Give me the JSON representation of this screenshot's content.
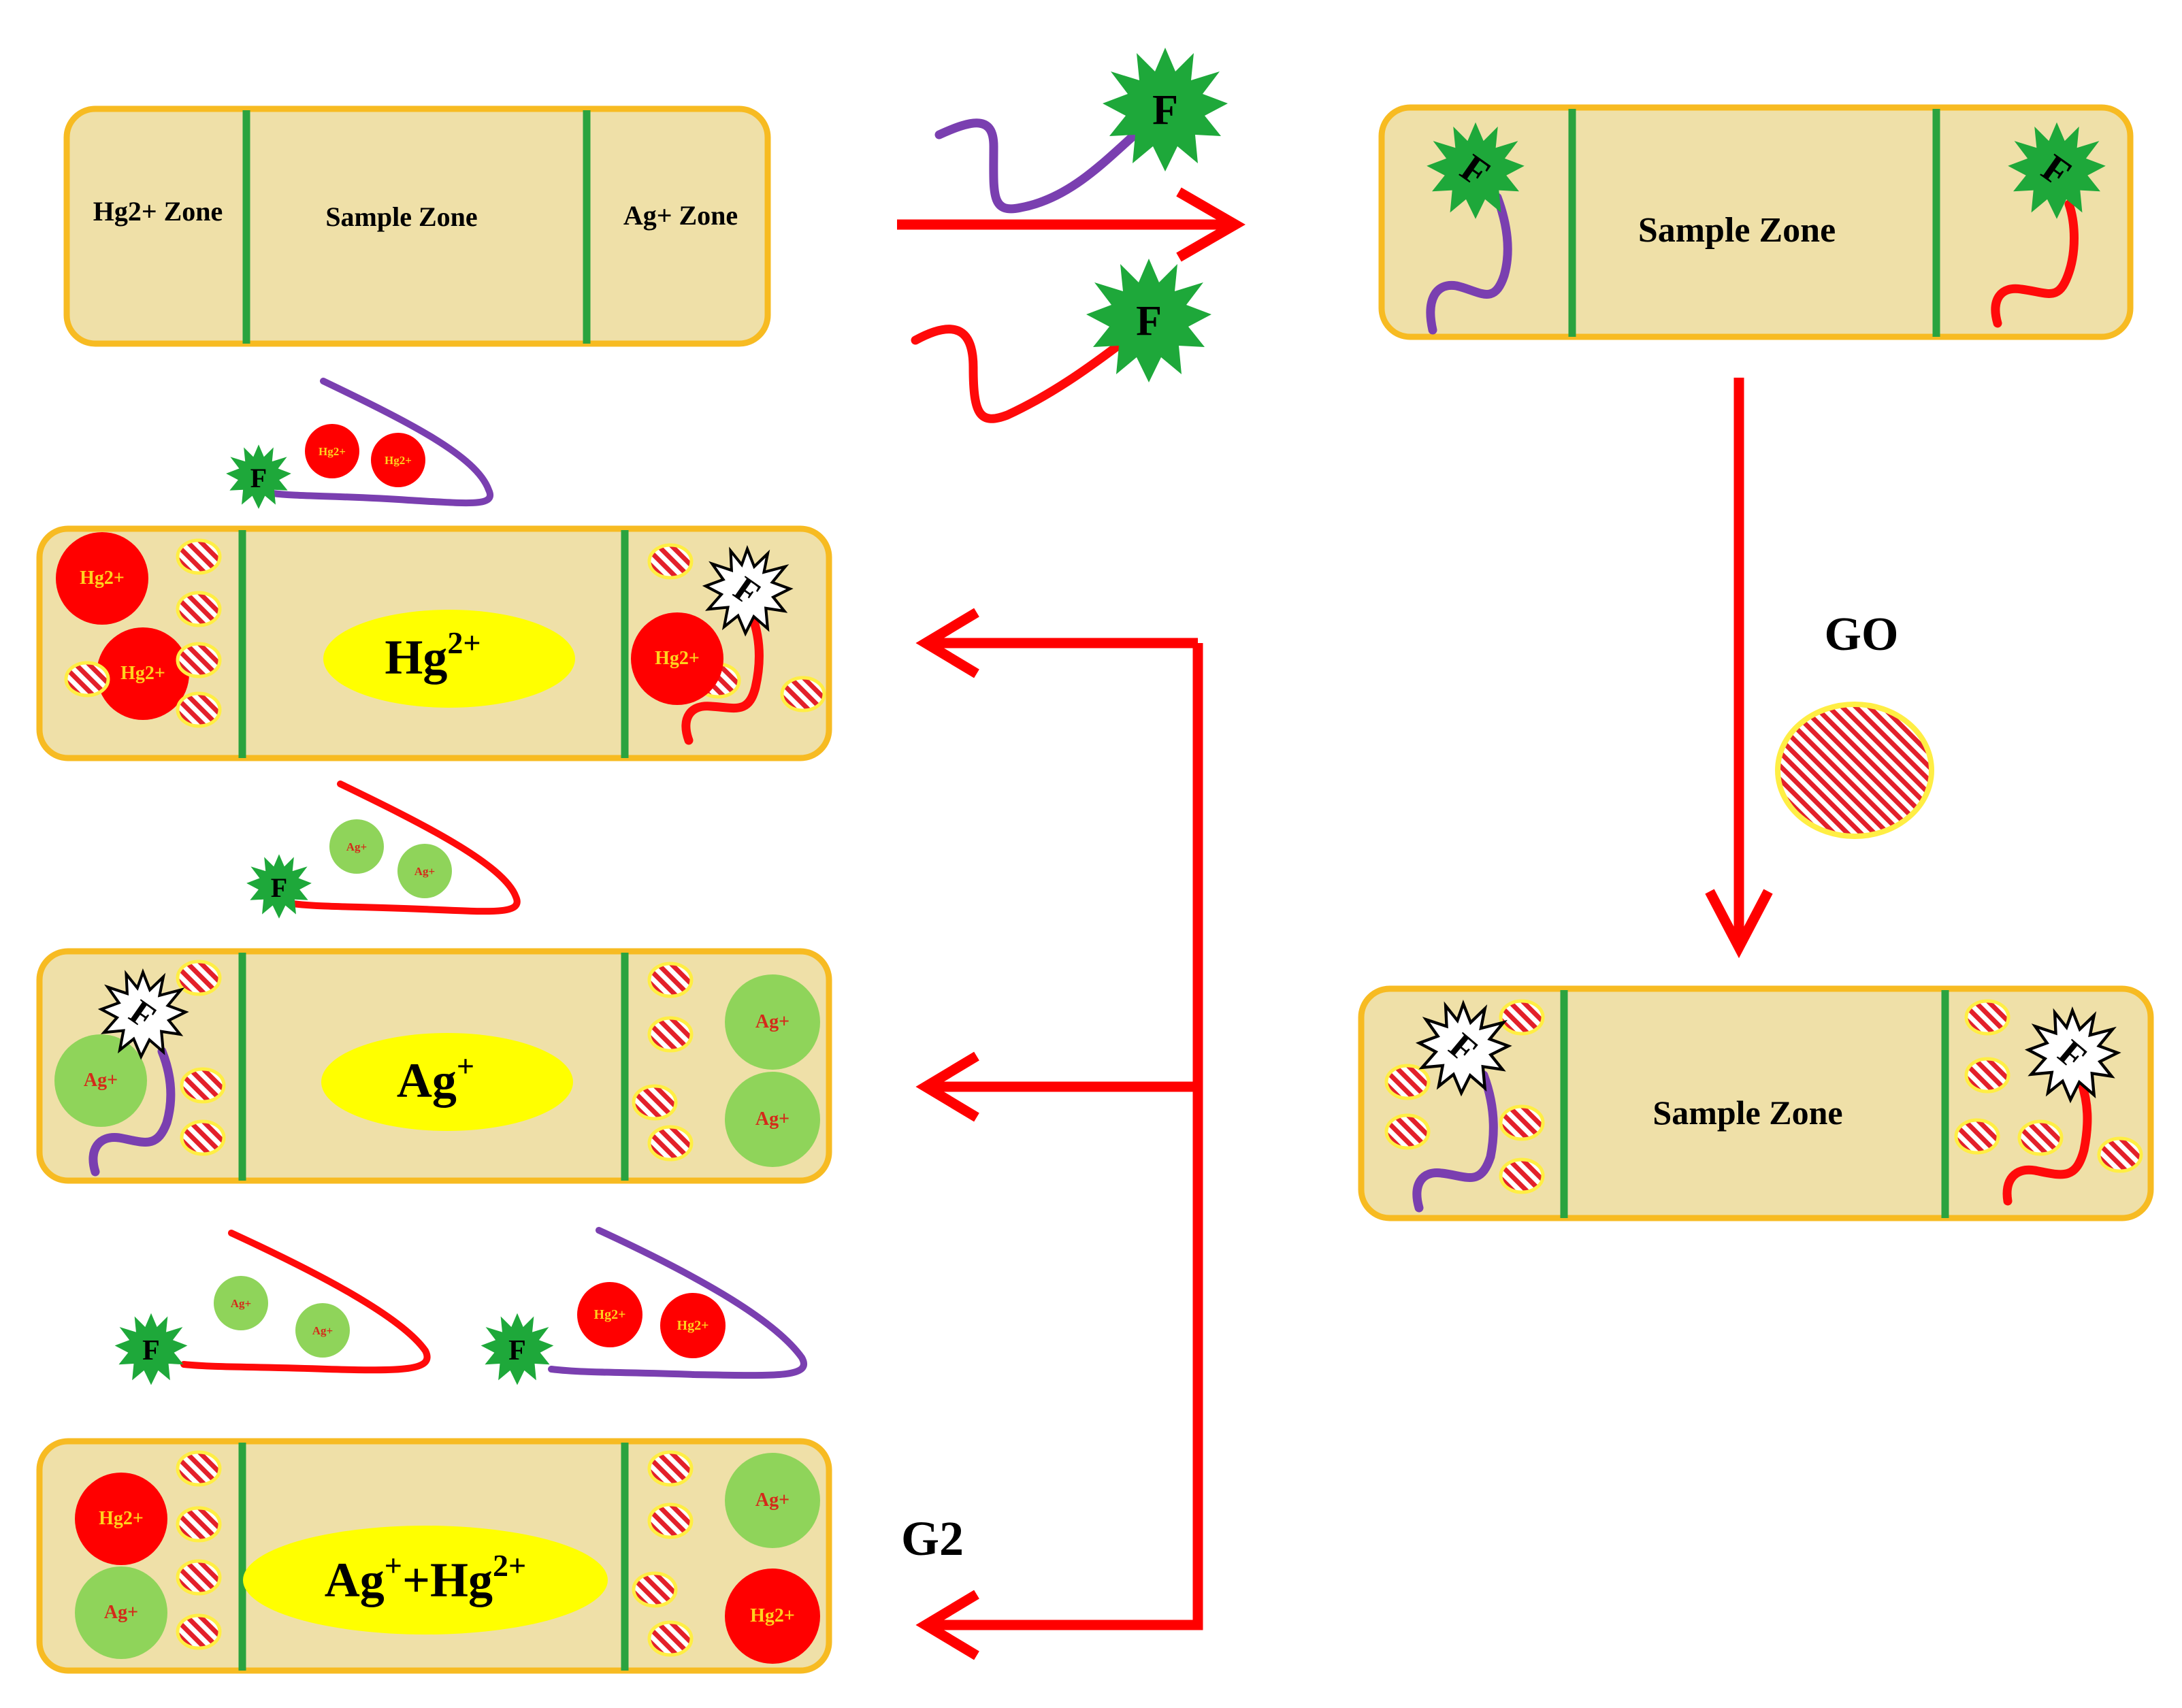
{
  "colors": {
    "strip_fill": "#efe0a8",
    "strip_border": "#f7bb22",
    "divider": "#2aa33f",
    "arrow": "#ff0000",
    "fluor": "#1ea83a",
    "probe_hg": "#7a3fb0",
    "probe_ag": "#ff0a0a",
    "hg_ion": "#ff0000",
    "hg_ion_text": "#ffd21e",
    "ag_ion": "#8fd45a",
    "ag_ion_text": "#d42a1a",
    "go_ring": "#ffee44",
    "go_stripe": "#e3202a",
    "sample_oval": "#ffff00"
  },
  "labels": {
    "fluor": "F",
    "go": "GO",
    "g2": "G2",
    "sample_zone": "Sample Zone",
    "hg_zone": "Hg2+ Zone",
    "ag_zone": "Ag+ Zone",
    "hg_ion": "Hg2+",
    "ag_ion": "Ag+"
  },
  "strips": {
    "initial": {
      "left": "Hg2+ Zone",
      "center": "Sample Zone",
      "right": "Ag+ Zone"
    },
    "probes": {
      "center": "Sample Zone"
    },
    "go": {
      "center": "Sample Zone"
    },
    "hg": {
      "center_main": "Hg",
      "center_sup": "2+"
    },
    "ag": {
      "center_main": "Ag",
      "center_sup": "+"
    },
    "both": {
      "p1": "Ag",
      "s1": "+",
      "p2": "+Hg",
      "s2": "2+"
    }
  },
  "icons": {
    "fluorophore": "starburst-fluorophore-icon",
    "quenched_fluorophore": "quenched-starburst-icon",
    "graphene_oxide": "hatched-oval-go-icon",
    "arrow": "red-arrow-icon"
  }
}
